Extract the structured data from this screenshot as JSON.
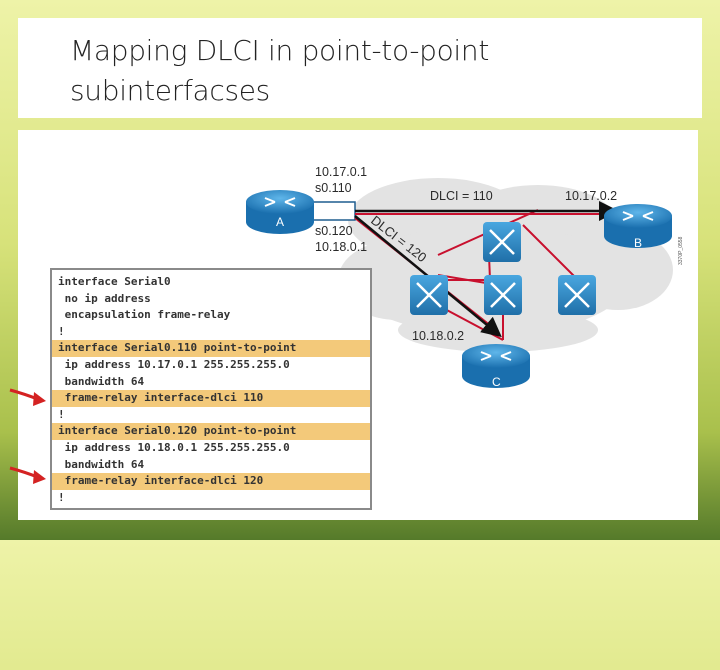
{
  "slide": {
    "title_line1": "Mapping DLCI in point-to-point",
    "title_line2": "subinterfacses"
  },
  "diagram": {
    "routers": {
      "a": "A",
      "b": "B",
      "c": "C"
    },
    "labels": {
      "a_ip1": "10.17.0.1",
      "a_s0_110": "s0.110",
      "a_s0_120": "s0.120",
      "a_ip2": "10.18.0.1",
      "dlci_110": "DLCI = 110",
      "b_ip": "10.17.0.2",
      "dlci_120": "DLCI = 120",
      "c_ip": "10.18.0.2",
      "figure_code": "3370P_0558"
    },
    "colors": {
      "router_blue": "#2b8fd0",
      "cloud": "#e3e3e3",
      "pvc_red": "#c8102e",
      "highlight": "#f3c97a",
      "arrow": "#d42222"
    }
  },
  "config": {
    "lines": [
      {
        "text": "interface Serial0",
        "highlight": false
      },
      {
        "text": " no ip address",
        "highlight": false
      },
      {
        "text": " encapsulation frame-relay",
        "highlight": false
      },
      {
        "text": "!",
        "highlight": false
      },
      {
        "text": "interface Serial0.110 point-to-point",
        "highlight": true
      },
      {
        "text": " ip address 10.17.0.1 255.255.255.0",
        "highlight": false
      },
      {
        "text": " bandwidth 64",
        "highlight": false
      },
      {
        "text": " frame-relay interface-dlci 110",
        "highlight": true
      },
      {
        "text": "!",
        "highlight": false
      },
      {
        "text": "interface Serial0.120 point-to-point",
        "highlight": true
      },
      {
        "text": " ip address 10.18.0.1 255.255.255.0",
        "highlight": false
      },
      {
        "text": " bandwidth 64",
        "highlight": false
      },
      {
        "text": " frame-relay interface-dlci 120",
        "highlight": true
      },
      {
        "text": "!",
        "highlight": false
      }
    ]
  }
}
